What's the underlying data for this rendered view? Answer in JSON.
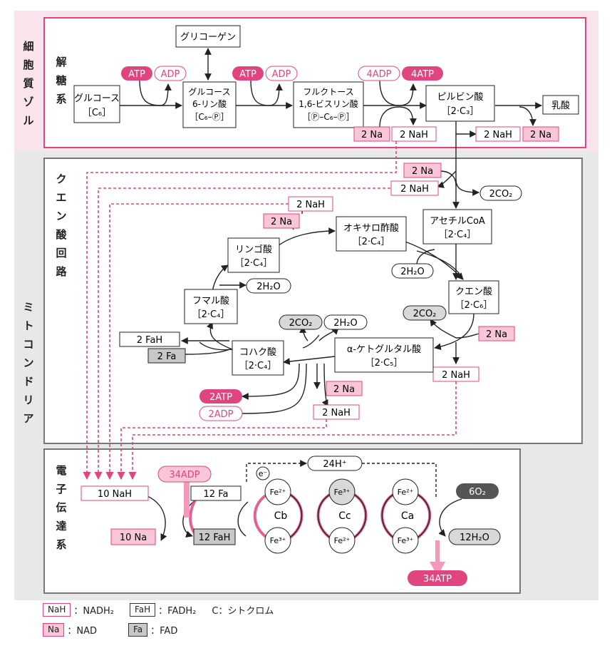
{
  "sections": {
    "glycolysis": "解糖系",
    "cytoplasm": "細胞質ゾル",
    "citric": "クエン酸回路",
    "mitochondria": "ミトコンドリア",
    "etc": "電子伝達系"
  },
  "glycolysis": {
    "glycogen": "グリコーゲン",
    "glucose_name": "グルコース",
    "glucose_formula": "［C₆］",
    "g6p_line1": "グルコース",
    "g6p_line2": "6-リン酸",
    "g6p_line3": "［C₆–Ⓟ］",
    "f16_line1": "フルクトース",
    "f16_line2": "1,6-ビスリン酸",
    "f16_line3": "［Ⓟ–C₆–Ⓟ］",
    "pyruvate_line1": "ピルビン酸",
    "pyruvate_line2": "［2·C₃］",
    "lactate": "乳酸",
    "atp1": "ATP",
    "adp1": "ADP",
    "atp2": "ATP",
    "adp2": "ADP",
    "adp4": "4ADP",
    "atp4": "4ATP",
    "na_left": "2 Na",
    "nah_left": "2 NaH",
    "nah_right": "2 NaH",
    "na_right": "2 Na"
  },
  "citric": {
    "na_top": "2 Na",
    "nah_top": "2 NaH",
    "co2_top": "2CO₂",
    "nah_oxalo": "2 NaH",
    "na_oxalo": "2 Na",
    "acetyl_line1": "アセチルCoA",
    "acetyl_line2": "［2·C₄］",
    "oxalo_line1": "オキサロ酢酸",
    "oxalo_line2": "［2·C₄］",
    "malate_line1": "リンゴ酸",
    "malate_line2": "［2·C₄］",
    "h2o_citrate": "2H₂O",
    "h2o_malate": "2H₂O",
    "fumarate_line1": "フマル酸",
    "fumarate_line2": "［2·C₄］",
    "citrate_line1": "クエン酸",
    "citrate_line2": "［2·C₆］",
    "co2_citrate": "2CO₂",
    "na_kg": "2 Na",
    "nah_kg": "2 NaH",
    "co2_succ": "2CO₂",
    "h2o_succ": "2H₂O",
    "kg_line1": "α-ケトグルタル酸",
    "kg_line2": "［2·C₅］",
    "fah": "2 FaH",
    "fa": "2 Fa",
    "succ_line1": "コハク酸",
    "succ_line2": "［2·C₄］",
    "atp2": "2ATP",
    "adp2": "2ADP",
    "na_succ": "2 Na",
    "nah_succ": "2 NaH"
  },
  "etc": {
    "adp34": "34ADP",
    "h24": "24H⁺",
    "electron": "e⁻",
    "nah10": "10 NaH",
    "fa12": "12 Fa",
    "fah12": "12 FaH",
    "na10": "10 Na",
    "o2": "6O₂",
    "h2o12": "12H₂O",
    "atp34": "34ATP",
    "cb": "Cb",
    "cc": "Cc",
    "ca": "Ca",
    "fe2": "Fe²⁺",
    "fe3": "Fe³⁺"
  },
  "legend": {
    "nah_box": "NaH",
    "nah_desc": "：NADH₂",
    "fah_box": "FaH",
    "fah_desc": "：FADH₂",
    "c_desc": "C：シトクロム",
    "na_box": "Na",
    "na_desc": "：NAD",
    "fa_box": "Fa",
    "fa_desc": "：FAD"
  },
  "colors": {
    "magenta": "#e0457f",
    "pink_fill": "#f8c6d6",
    "gray_fill": "#c8c8c8",
    "dark_oval": "#555555",
    "cytoplasm_bg": "#fae4ec",
    "mito_bg": "#e8e8e8"
  }
}
